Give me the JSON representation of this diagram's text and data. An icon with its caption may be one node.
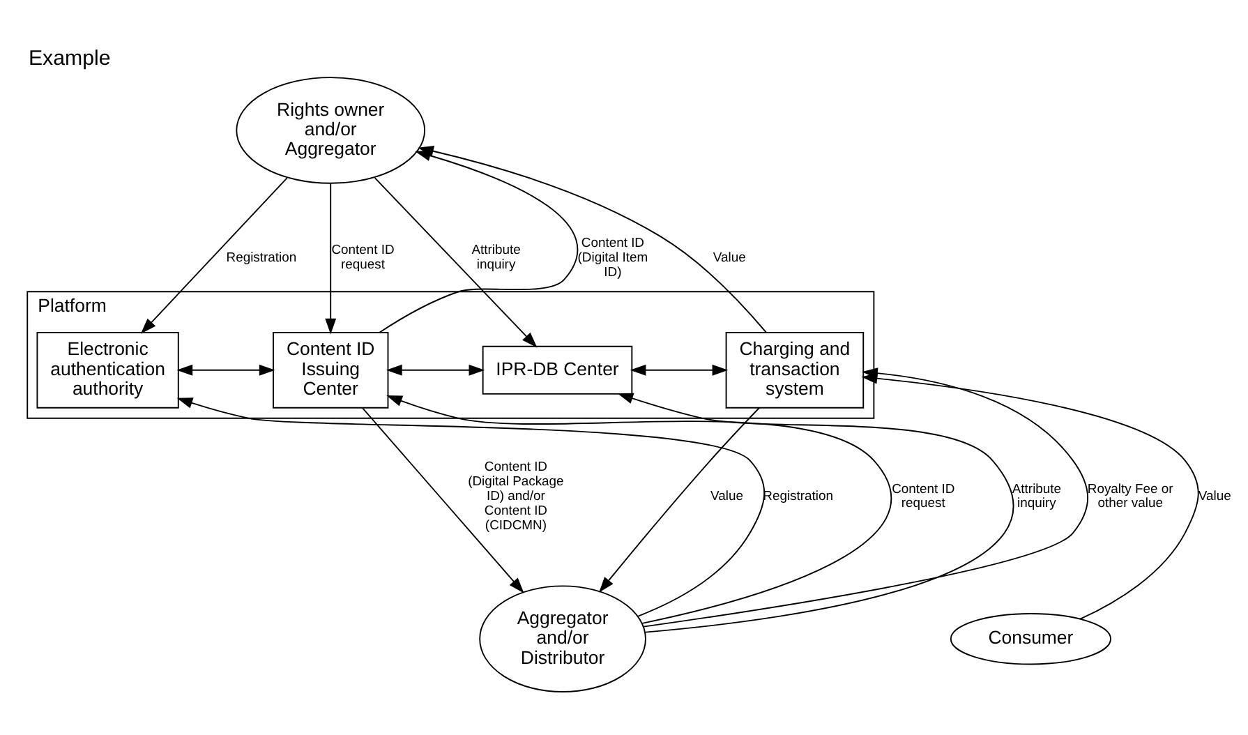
{
  "diagram": {
    "title": "Example",
    "nodes": [
      {
        "text": [
          "Rights owner and/or Aggregator"
        ]
      },
      {
        "text": [
          "Platform"
        ]
      },
      {
        "text": [
          "Electronic authentication authority"
        ],
        "in": 1
      },
      {
        "text": [
          "Content ID Issuing Center"
        ],
        "in": 1
      },
      {
        "text": [
          "IPR-DB Center"
        ],
        "in": 1
      },
      {
        "text": [
          "Charging and transaction system"
        ],
        "in": 1
      },
      {
        "text": [
          "Aggregator and/or Distributor"
        ]
      },
      {
        "text": [
          "Consumer"
        ]
      }
    ],
    "edges": [
      {
        "from": 0,
        "to": 2,
        "arrow": "to",
        "label": "Registration"
      },
      {
        "from": 3,
        "to": 0,
        "arrow": "to",
        "label": "Content ID (Digital Item ID)"
      },
      {
        "from": 0,
        "to": 3,
        "arrow": "to",
        "label": "Content ID request"
      },
      {
        "from": 0,
        "to": 4,
        "arrow": "to",
        "label": "Attribute inquiry"
      },
      {
        "from": 5,
        "to": 0,
        "arrow": "to",
        "label": "Value"
      },
      {
        "from": 2,
        "to": 3,
        "arrow": "both"
      },
      {
        "from": 3,
        "to": 4,
        "arrow": "both"
      },
      {
        "from": 4,
        "to": 5,
        "arrow": "both"
      },
      {
        "from": 6,
        "to": 2,
        "arrow": "to",
        "label": "Registration"
      },
      {
        "from": 3,
        "to": 6,
        "arrow": "to",
        "label": "Content ID (Digital Package ID) and/or Content ID (CIDCMN)"
      },
      {
        "from": 6,
        "to": 3,
        "arrow": "to",
        "label": "Content ID request"
      },
      {
        "from": 6,
        "to": 4,
        "arrow": "to",
        "label": "Attribute inquiry"
      },
      {
        "from": 6,
        "to": 5,
        "arrow": "to",
        "label": "Royalty Fee or other value"
      },
      {
        "from": 5,
        "to": 6,
        "arrow": "to",
        "label": "Value"
      },
      {
        "from": 7,
        "to": 5,
        "arrow": "to",
        "label": "Value"
      }
    ]
  }
}
